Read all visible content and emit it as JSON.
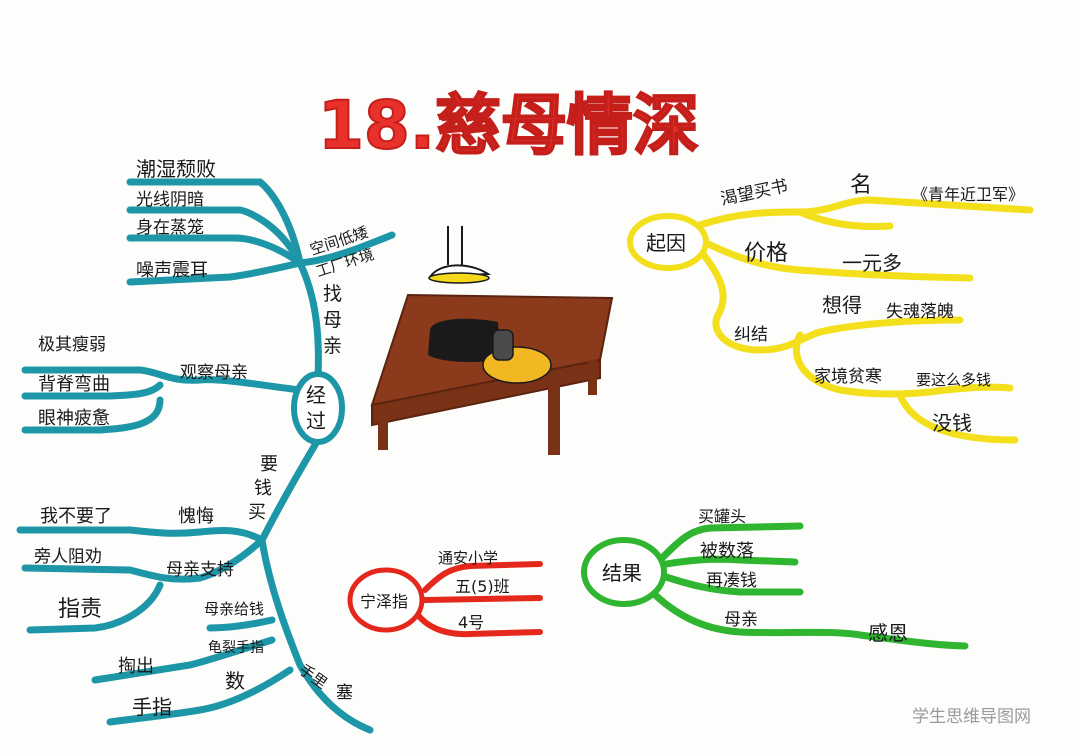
{
  "title": "18.慈母情深",
  "watermark": "学生思维导图网",
  "colors": {
    "title": "#e8312a",
    "teal": "#1d96a8",
    "yellow": "#f4df1c",
    "green": "#2fb52f",
    "red": "#e4281c",
    "ink": "#1a1a1a",
    "table": "#8b3a1c"
  },
  "process": {
    "label_lines": [
      "经",
      "过"
    ],
    "find_mother": [
      "找",
      "母",
      "亲"
    ],
    "ask_money": [
      "要",
      "钱",
      "买"
    ],
    "workplace": {
      "label_lines": [
        "空间低矮",
        "工厂环境"
      ],
      "items": [
        "潮湿颓败",
        "光线阴暗",
        "身在蒸笼",
        "噪声震耳"
      ]
    },
    "observe": {
      "label": "观察母亲",
      "items": [
        "极其瘦弱",
        "背脊弯曲",
        "眼神疲惫"
      ]
    },
    "regret": {
      "label": "愧悔",
      "item": "我不要了"
    },
    "support": {
      "label": "母亲支持",
      "items": [
        "旁人阻劝",
        "指责"
      ]
    },
    "money": {
      "label": "母亲给钱",
      "detail": "掏出",
      "fingers_label": "手指",
      "count_label": "数",
      "rough_label": "龟裂手指",
      "stuff_label": "塞",
      "hands_label": "手里"
    }
  },
  "cause": {
    "label": "起因",
    "want": "渴望买书",
    "name_label": "名",
    "book": "《青年近卫军》",
    "price_label": "价格",
    "price": "一元多",
    "struggle": "纠结",
    "think_label": "想得",
    "think": "失魂落魄",
    "family": "家境贫寒",
    "ask": "要这么多钱",
    "no_money": "没钱"
  },
  "result": {
    "label": "结果",
    "items": [
      "买罐头",
      "被数落",
      "再凑钱",
      "母亲"
    ],
    "gratitude": "感恩"
  },
  "author": {
    "name": "宁泽指",
    "lines": [
      "通安小学",
      "五(5)班",
      "4号"
    ]
  }
}
